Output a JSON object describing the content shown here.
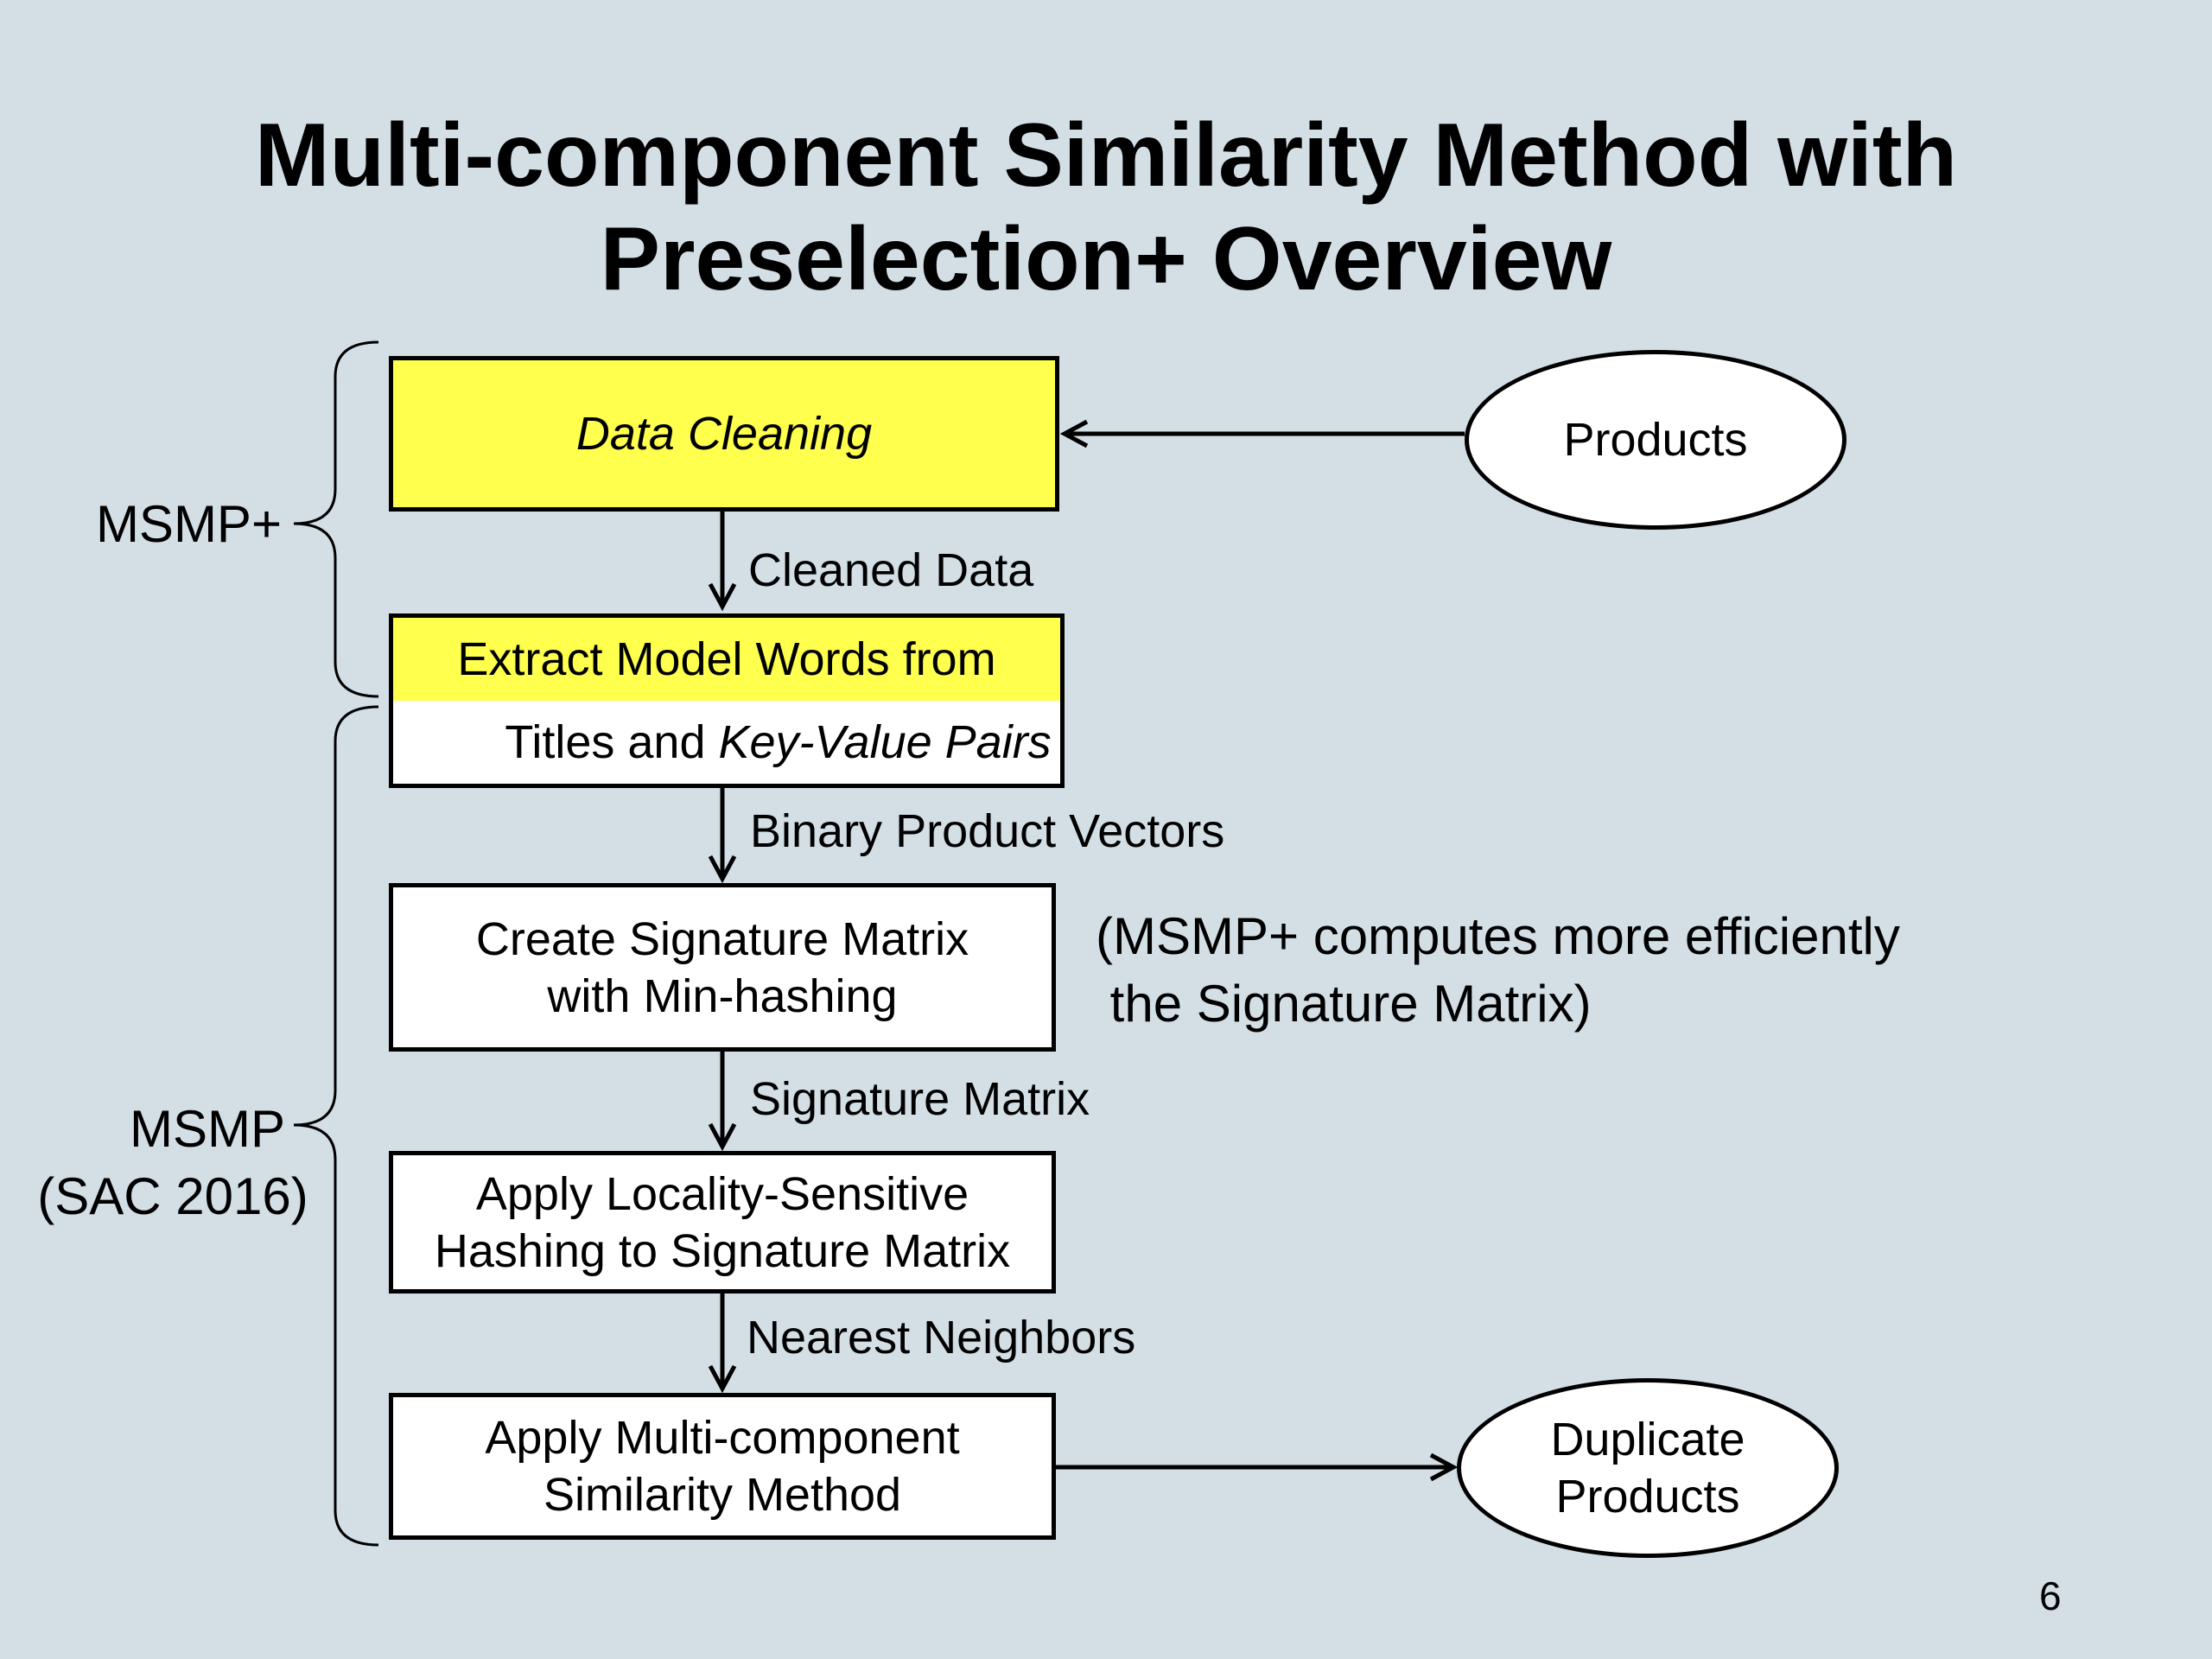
{
  "slide": {
    "title_lines": [
      "Multi-component Similarity Method with",
      "Preselection+ Overview"
    ],
    "page_number": "6"
  },
  "steps": [
    {
      "id": "data-cleaning",
      "text": "Data Cleaning",
      "style": "italic",
      "fill": "#ffff4d"
    },
    {
      "id": "extract-model-words",
      "line1": "Extract Model Words from",
      "line2_prefix": "Titles and ",
      "line2_italic": "Key-Value Pairs",
      "fill_top": "#ffff4d",
      "fill_bottom": "#ffffff"
    },
    {
      "id": "signature-matrix",
      "lines": [
        "Create Signature Matrix",
        "with Min-hashing"
      ],
      "fill": "#ffffff"
    },
    {
      "id": "lsh",
      "lines": [
        "Apply Locality-Sensitive",
        "Hashing to Signature Matrix"
      ],
      "fill": "#ffffff"
    },
    {
      "id": "msm",
      "lines": [
        "Apply Multi-component",
        "Similarity Method"
      ],
      "fill": "#ffffff"
    }
  ],
  "edges": [
    {
      "from": "data-cleaning",
      "to": "extract-model-words",
      "label": "Cleaned Data"
    },
    {
      "from": "extract-model-words",
      "to": "signature-matrix",
      "label": "Binary Product Vectors"
    },
    {
      "from": "signature-matrix",
      "to": "lsh",
      "label": "Signature Matrix"
    },
    {
      "from": "lsh",
      "to": "msm",
      "label": "Nearest Neighbors"
    },
    {
      "from": "products",
      "to": "data-cleaning",
      "label": ""
    },
    {
      "from": "msm",
      "to": "duplicate-products",
      "label": ""
    }
  ],
  "terminals": {
    "input": {
      "id": "products",
      "lines": [
        "Products"
      ]
    },
    "output": {
      "id": "duplicate-products",
      "lines": [
        "Duplicate",
        "Products"
      ]
    }
  },
  "groups": {
    "msmp_plus": {
      "lines": [
        "MSMP+"
      ]
    },
    "msmp": {
      "lines": [
        "MSMP",
        "(SAC 2016)"
      ]
    }
  },
  "note": {
    "lines": [
      "(MSMP+ computes more efficiently",
      " the Signature Matrix)"
    ]
  },
  "colors": {
    "background": "#d3dfe5",
    "highlight": "#ffff4d",
    "stroke": "#000000"
  }
}
